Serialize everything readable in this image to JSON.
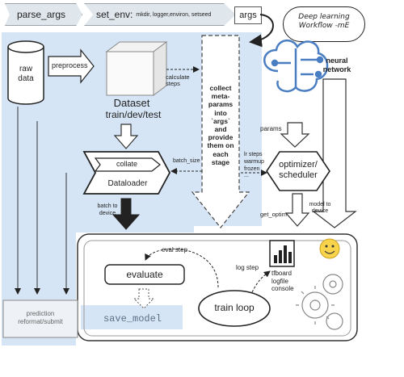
{
  "header": {
    "parse_args": "parse_args",
    "set_env": "set_env:",
    "set_env_detail": "mkdir, logger,environ, setseed",
    "args": "args"
  },
  "logo": {
    "line1": "Deep learning",
    "line2": "Workflow -mE"
  },
  "nodes": {
    "raw_data": "raw data",
    "dataset": "Dataset",
    "splits": "train/dev/test",
    "collect": "collect meta-params into `args` and provide them on each stage",
    "neural_network": "neural network",
    "collate": "collate",
    "dataloader": "Dataloader",
    "optimizer": "optimizer/ scheduler",
    "evaluate": "evaluate",
    "save_model": "save_model",
    "train_loop": "train loop",
    "prediction": "prediction reformat/submit",
    "tfboard": "tfboard logfile console"
  },
  "edges": {
    "preprocess": "preprocess",
    "calculate_steps": "calculate steps",
    "params": "params",
    "batch_size": "batch_size",
    "lr_steps": "lr steps warmup frozen ...",
    "get_optim": "get_optim",
    "model_to_device": "model to device",
    "batch_to_device": "batch to device",
    "eval_step": "eval step",
    "log_step": "log step"
  },
  "colors": {
    "highlight": "#d6e5f5",
    "box": "#dfe6ec",
    "stroke": "#222222",
    "network": "#4a7ec2"
  }
}
